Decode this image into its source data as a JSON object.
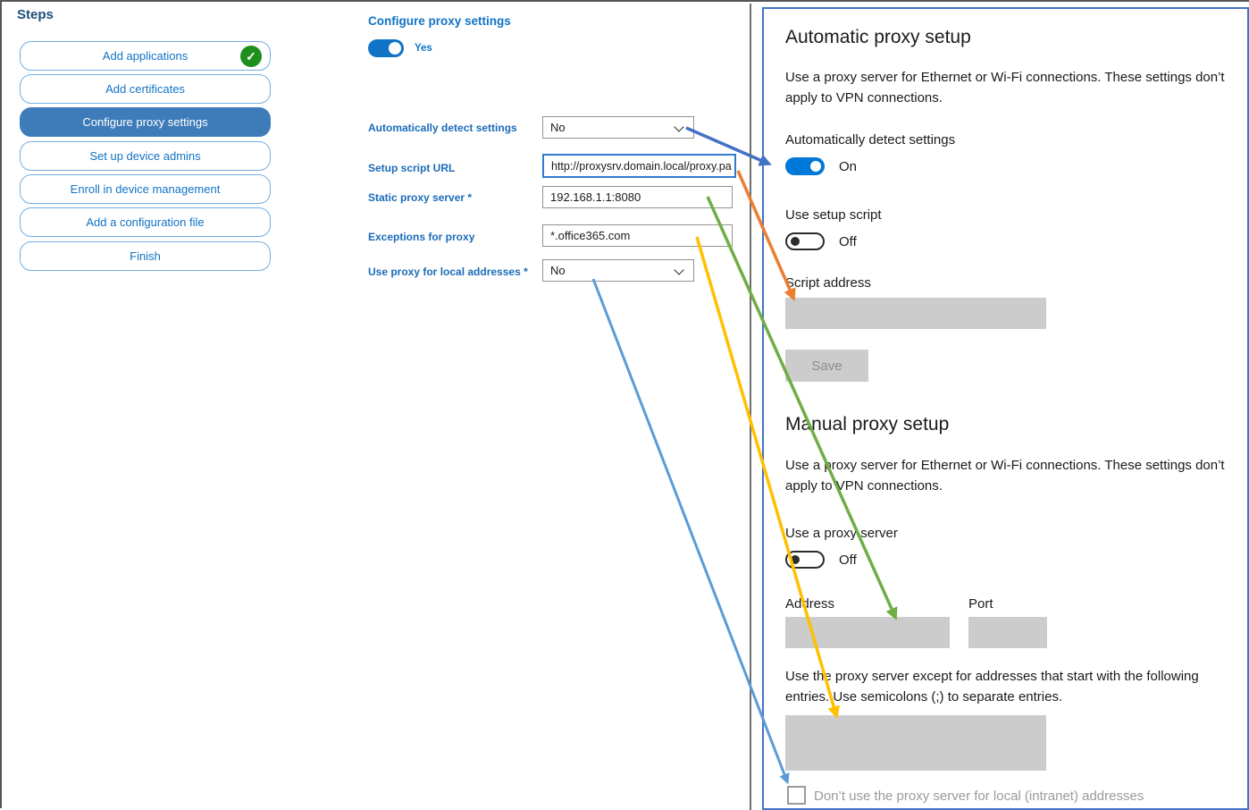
{
  "sidebar": {
    "title": "Steps",
    "items": [
      {
        "label": "Add applications",
        "status": "completed"
      },
      {
        "label": "Add certificates",
        "status": "default"
      },
      {
        "label": "Configure proxy settings",
        "status": "selected"
      },
      {
        "label": "Set up device admins",
        "status": "default"
      },
      {
        "label": "Enroll in device management",
        "status": "default"
      },
      {
        "label": "Add a configuration file",
        "status": "default"
      },
      {
        "label": "Finish",
        "status": "default"
      }
    ],
    "completed_check_icon": "✓"
  },
  "form": {
    "title": "Configure proxy settings",
    "enabled_toggle": {
      "state": "on",
      "label": "Yes"
    },
    "fields": [
      {
        "label": "Automatically detect settings",
        "control": "dropdown",
        "value": "No"
      },
      {
        "label": "Setup script URL",
        "control": "text",
        "value": "http://proxysrv.domain.local/proxy.pa"
      },
      {
        "label": "Static proxy server *",
        "control": "text",
        "value": "192.168.1.1:8080"
      },
      {
        "label": "Exceptions for proxy",
        "control": "text",
        "value": "*.office365.com"
      },
      {
        "label": "Use proxy for local addresses *",
        "control": "dropdown",
        "value": "No"
      }
    ]
  },
  "settings_panel": {
    "automatic": {
      "heading": "Automatic proxy setup",
      "description": "Use a proxy server for Ethernet or Wi-Fi connections. These settings don’t apply to VPN connections.",
      "detect_label": "Automatically detect settings",
      "detect_state": "On",
      "script_toggle_label": "Use setup script",
      "script_state": "Off",
      "script_address_label": "Script address",
      "script_address_value": "",
      "save_label": "Save"
    },
    "manual": {
      "heading": "Manual proxy setup",
      "description": "Use a proxy server for Ethernet or Wi-Fi connections. These settings don’t apply to VPN connections.",
      "proxy_toggle_label": "Use a proxy server",
      "proxy_state": "Off",
      "address_label": "Address",
      "address_value": "",
      "port_label": "Port",
      "port_value": "",
      "exceptions_description": "Use the proxy server except for addresses that start with the following entries. Use semicolons (;) to separate entries.",
      "exceptions_value": "",
      "local_checkbox_label": "Don’t use the proxy server for local (intranet) addresses",
      "local_checkbox_checked": false
    }
  },
  "annotations": {
    "arrows": [
      {
        "name": "autodetect-mapping",
        "color": "#4472C4"
      },
      {
        "name": "script-address-mapping",
        "color": "#ED7D31"
      },
      {
        "name": "proxy-address-mapping",
        "color": "#70AD47"
      },
      {
        "name": "exceptions-mapping",
        "color": "#FFC000"
      },
      {
        "name": "local-addresses-mapping",
        "color": "#5B9BD5"
      }
    ]
  },
  "colors": {
    "accent_blue": "#1173C5",
    "selected_step_bg": "#3D7CB8",
    "step_border": "#72AEE3",
    "panel_border": "#4472C4",
    "toggle_on": "#0078D7",
    "disabled_gray": "#CCCCCC",
    "completed_green": "#1E8E1E"
  }
}
